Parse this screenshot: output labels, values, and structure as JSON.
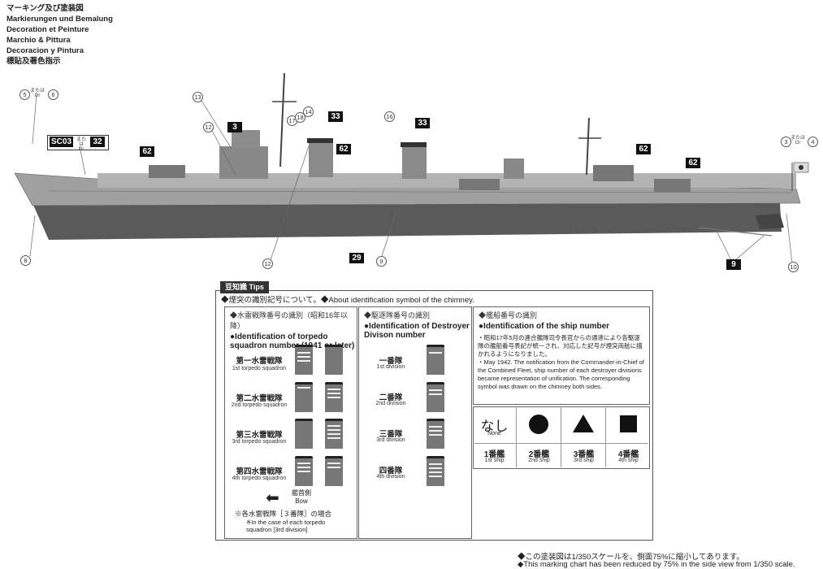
{
  "header": {
    "lines": [
      "マーキング及び塗装図",
      "Markierungen und Bemalung",
      "Decoration et Peinture",
      "Marchio & Pittura",
      "Decoracion y Pintura",
      "標貼及著色指示"
    ]
  },
  "ship_labels": {
    "c5": "5",
    "c6": "6",
    "or_small": "または",
    "or_en": "Or",
    "sc03": "SC03",
    "b32": "32",
    "c13": "13",
    "c12": "12",
    "b3": "3",
    "c14": "14",
    "c17": "17",
    "c18": "18",
    "b33": "33",
    "b62": "62",
    "c16": "16",
    "c3": "3",
    "c4": "4",
    "c8": "8",
    "b29": "29",
    "c9": "9",
    "b9": "9",
    "c10": "10"
  },
  "tips": {
    "title": "豆知識 Tips",
    "intro": "◆煙突の識別記号について。◆About identification symbol of the chimney.",
    "col1": {
      "head_jp": "◆水雷戦隊番号の識別（昭和16年以降）",
      "head_en": "●Identification of torpedo squadron number (1941 or later)",
      "rows": [
        {
          "jp": "第一水雷戦隊",
          "en": "1st torpedo squadron"
        },
        {
          "jp": "第二水雷戦隊",
          "en": "2nd torpedo squadron"
        },
        {
          "jp": "第三水雷戦隊",
          "en": "3rd torpedo squadron"
        },
        {
          "jp": "第四水雷戦隊",
          "en": "4th torpedo squadron"
        }
      ],
      "bow_jp": "艦首側",
      "bow_en": "Bow",
      "note_jp": "※各水雷戦隊［３番隊］の場合",
      "note_en": "※In the case of each torpedo squadron [3rd division]"
    },
    "col2": {
      "head_jp": "◆駆逐隊番号の識別",
      "head_en": "●Identification of Destroyer Divison number",
      "rows": [
        {
          "jp": "一番隊",
          "en": "1st division"
        },
        {
          "jp": "二番隊",
          "en": "2nd division"
        },
        {
          "jp": "三番隊",
          "en": "3rd division"
        },
        {
          "jp": "四番隊",
          "en": "4th division"
        }
      ]
    },
    "col3": {
      "head_jp": "◆艦船番号の識別",
      "head_en": "●Identification of the ship number",
      "note_jp": "・昭和17年5月の連合艦隊司令長官からの通達により各駆逐隊の艦船番号表記が統一され、対応した記号が煙突両舷に描かれるようになりました。",
      "note_en": "・May 1942. The notification from the Commander-in-Chief of the Combined Fleet, ship number of each destroyer divisions became representation of unification. The corresponding symbol was drawn on the chimney both sides.",
      "none_jp": "なし",
      "none_en": "None",
      "ships": [
        {
          "jp": "1番艦",
          "en": "1st ship"
        },
        {
          "jp": "2番艦",
          "en": "2nd ship"
        },
        {
          "jp": "3番艦",
          "en": "3rd ship"
        },
        {
          "jp": "4番艦",
          "en": "4th ship"
        }
      ]
    }
  },
  "footer": {
    "jp": "◆この塗装図は1/350スケールを、側面75%に縮小してあります。",
    "en": "◆This marking chart has been reduced by 75% in the side view from 1/350 scale."
  }
}
